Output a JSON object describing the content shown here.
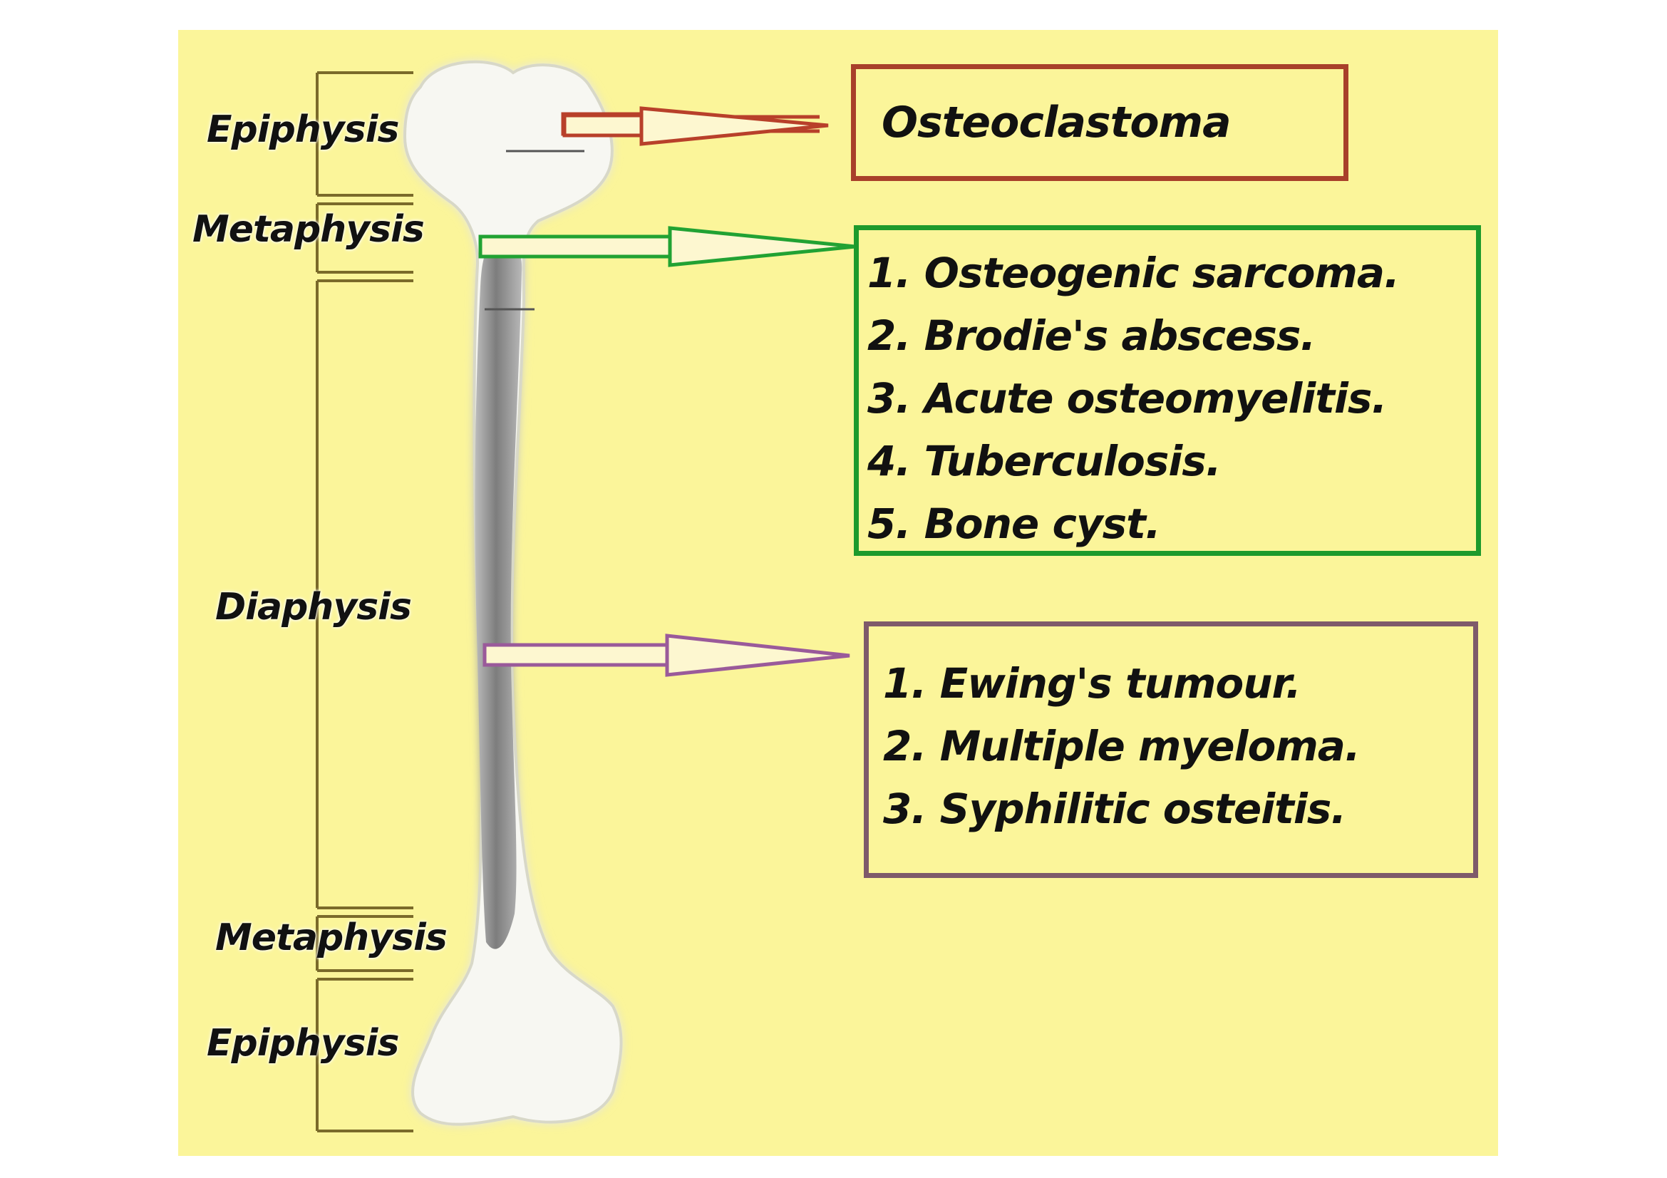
{
  "regions": {
    "epiphysis_top": "Epiphysis",
    "metaphysis_top": "Metaphysis",
    "diaphysis": "Diaphysis",
    "metaphysis_bottom": "Metaphysis",
    "epiphysis_bottom": "Epiphysis"
  },
  "boxes": {
    "epiphysis_box": {
      "title": "Osteoclastoma",
      "color": "#a8402a"
    },
    "metaphysis_box": {
      "color": "#1d9a2c",
      "items": [
        "1. Osteogenic sarcoma.",
        "2. Brodie's abscess.",
        "3. Acute osteomyelitis.",
        "4. Tuberculosis.",
        "5. Bone cyst."
      ]
    },
    "diaphysis_box": {
      "color": "#7e5a6a",
      "items": [
        "1. Ewing's tumour.",
        "2. Multiple myeloma.",
        "3. Syphilitic osteitis."
      ]
    }
  },
  "colors": {
    "background": "#fbf59a",
    "bone": "#f7f7f2",
    "marrow": "#8a8a8a"
  }
}
